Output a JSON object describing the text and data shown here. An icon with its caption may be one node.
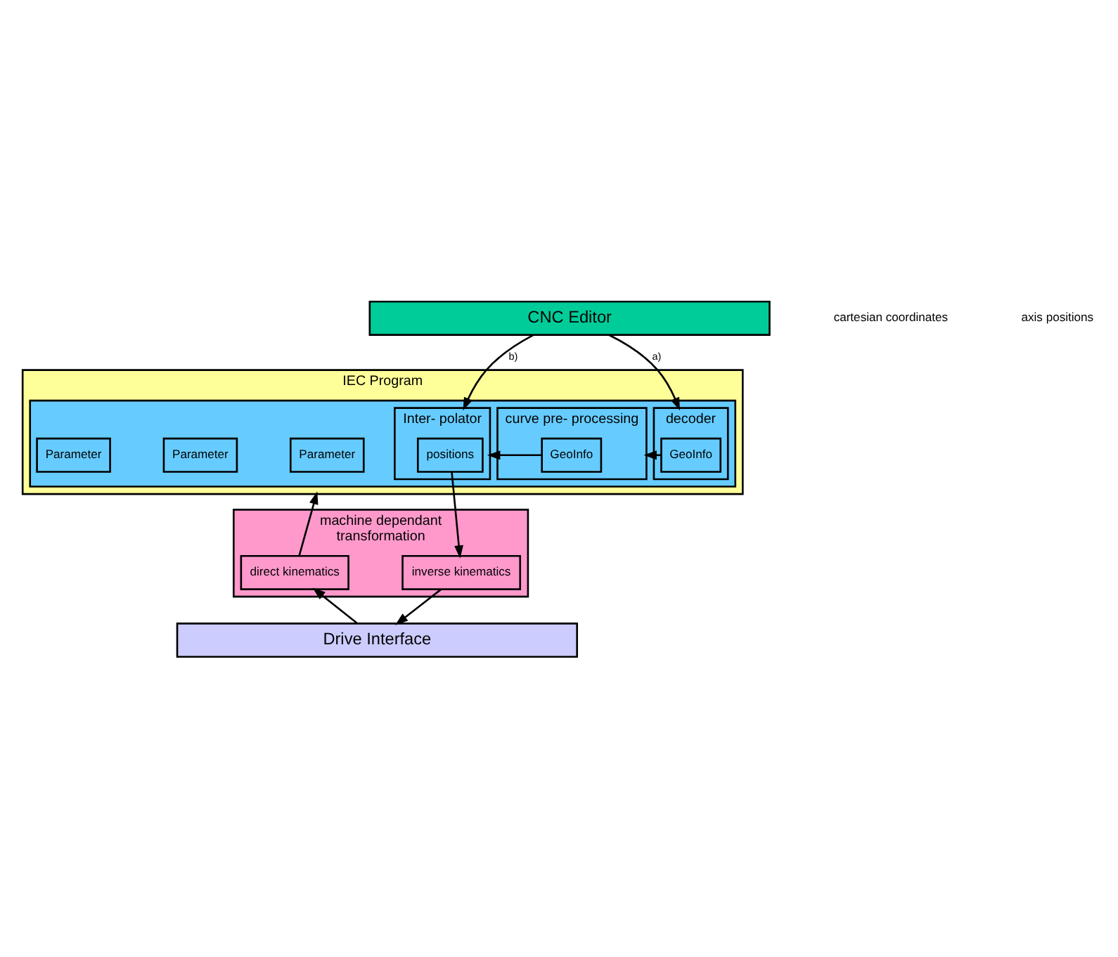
{
  "diagram": {
    "nodes": [
      {
        "text": [
          "CNC Editor"
        ]
      },
      {
        "text": [
          "IEC Program"
        ]
      },
      {
        "text": [],
        "shape": "box",
        "in": 1
      },
      {
        "text": [
          "Parameter"
        ],
        "in": 2
      },
      {
        "text": [
          "decoder"
        ],
        "in": 2
      },
      {
        "text": [
          "GeoInfo"
        ],
        "in": 4
      },
      {
        "text": [
          "Parameter"
        ],
        "in": 2
      },
      {
        "text": [
          "curve pre- processing"
        ],
        "in": 2
      },
      {
        "text": [
          "GeoInfo"
        ],
        "in": 7
      },
      {
        "text": [
          "Parameter"
        ],
        "in": 2
      },
      {
        "text": [
          "Inter- polator"
        ],
        "in": 2
      },
      {
        "text": [
          "positions"
        ],
        "in": 10
      },
      {
        "text": [
          "machine dependant transformation"
        ]
      },
      {
        "text": [
          "direct kinematics"
        ],
        "in": 12
      },
      {
        "text": [
          "inverse kinematics"
        ],
        "in": 12
      },
      {
        "text": [
          "Drive Interface"
        ]
      }
    ],
    "edges": [
      {
        "from": 0,
        "to": 4,
        "arrow": "to",
        "label": "a)"
      },
      {
        "from": 5,
        "to": 7,
        "arrow": "to"
      },
      {
        "from": 8,
        "to": 10,
        "arrow": "to"
      },
      {
        "from": 0,
        "to": 10,
        "arrow": "to",
        "label": "b)"
      },
      {
        "from": 11,
        "to": 14,
        "arrow": "to"
      },
      {
        "from": 13,
        "to": 1,
        "arrow": "to"
      },
      {
        "from": 15,
        "to": 13,
        "arrow": "to"
      },
      {
        "from": 14,
        "to": 15,
        "arrow": "to"
      }
    ],
    "labels": [
      "cartesian coordinates",
      "axis positions"
    ]
  }
}
